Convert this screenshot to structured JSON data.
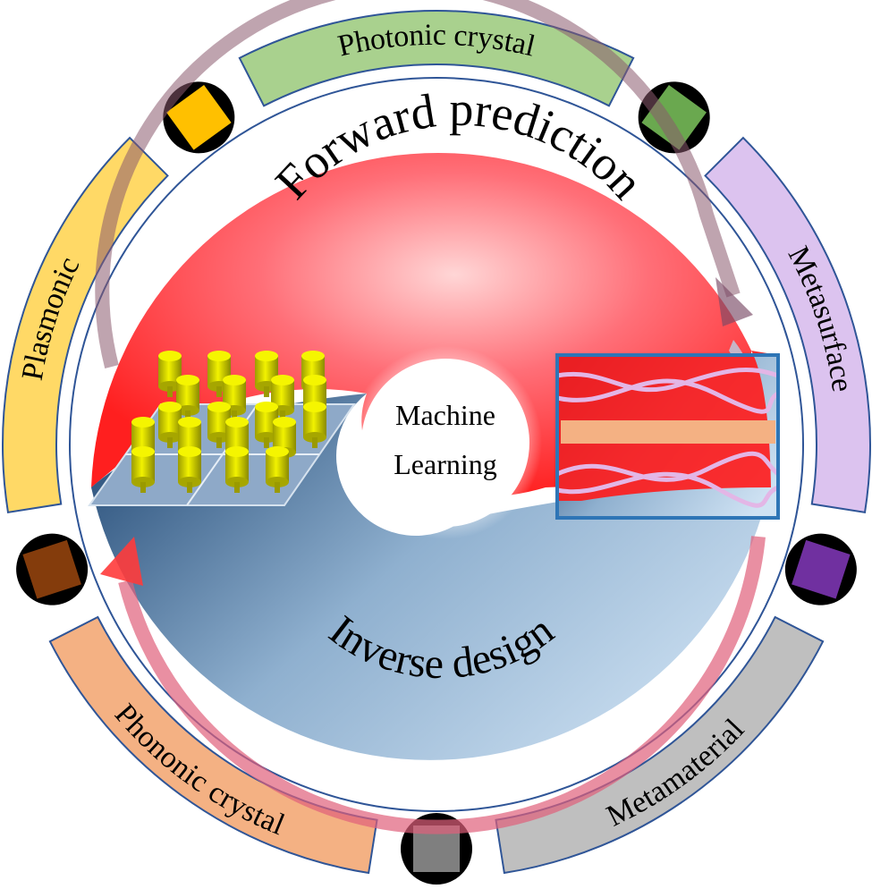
{
  "center": {
    "line1": "Machine",
    "line2": "Learning"
  },
  "flow": {
    "forward": "Forward prediction",
    "inverse": "Inverse design"
  },
  "segments": [
    {
      "id": "photonic-crystal",
      "label": "Photonic crystal",
      "fill": "#a9d18e"
    },
    {
      "id": "metasurface",
      "label": "Metasurface",
      "fill": "#dcc3ef"
    },
    {
      "id": "metamaterial",
      "label": "Metamaterial",
      "fill": "#bfbfbf"
    },
    {
      "id": "phononic-crystal",
      "label": "Phononic crystal",
      "fill": "#f4b183"
    },
    {
      "id": "plasmonic",
      "label": "Plasmonic",
      "fill": "#ffd966"
    }
  ],
  "connectors": [
    {
      "id": "photonic-metasurface",
      "fill": "#6aa84f"
    },
    {
      "id": "metasurface-metamaterial",
      "fill": "#7030a0"
    },
    {
      "id": "metamaterial-phononic",
      "fill": "#7f7f7f"
    },
    {
      "id": "phononic-plasmonic",
      "fill": "#843c0c"
    },
    {
      "id": "plasmonic-photonic",
      "fill": "#ffc000"
    }
  ],
  "colors": {
    "forward_red": "#ff1a1a",
    "inverse_blue": "#4a6f95",
    "waveguide_frame": "#2e75b6",
    "waveguide_core": "#f4b183",
    "pillar": "#e6e600",
    "segment_outline": "#2f5597"
  }
}
